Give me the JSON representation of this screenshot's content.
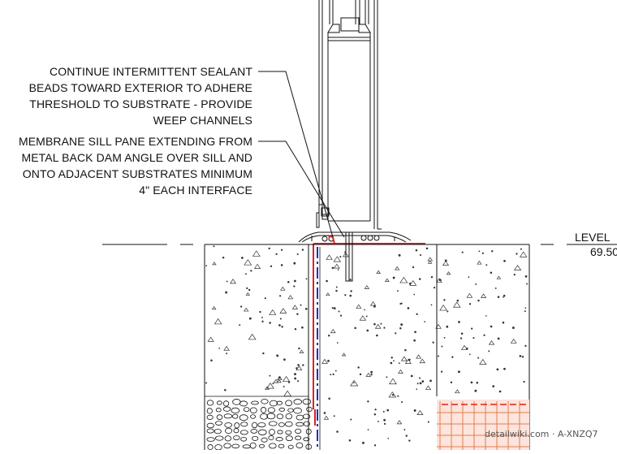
{
  "notes": {
    "sealant": [
      "CONTINUE INTERMITTENT SEALANT",
      "BEADS TOWARD EXTERIOR TO ADHERE",
      "THRESHOLD TO SUBSTRATE - PROVIDE",
      "WEEP CHANNELS"
    ],
    "membrane": [
      "MEMBRANE SILL PANE EXTENDING FROM",
      "METAL BACK DAM ANGLE OVER SILL AND",
      "ONTO ADJACENT SUBSTRATES MINIMUM",
      "4\" EACH INTERFACE"
    ]
  },
  "level": {
    "label": "LEVEL",
    "value": "69.50"
  },
  "watermark": "detailwiki.com · A-XNZQ7",
  "colors": {
    "linework": "#111111",
    "membrane_red": "#e02020",
    "dashed_blue": "#2030c0",
    "tile_orange": "#e08050",
    "tile_fill": "#fde4dc"
  }
}
